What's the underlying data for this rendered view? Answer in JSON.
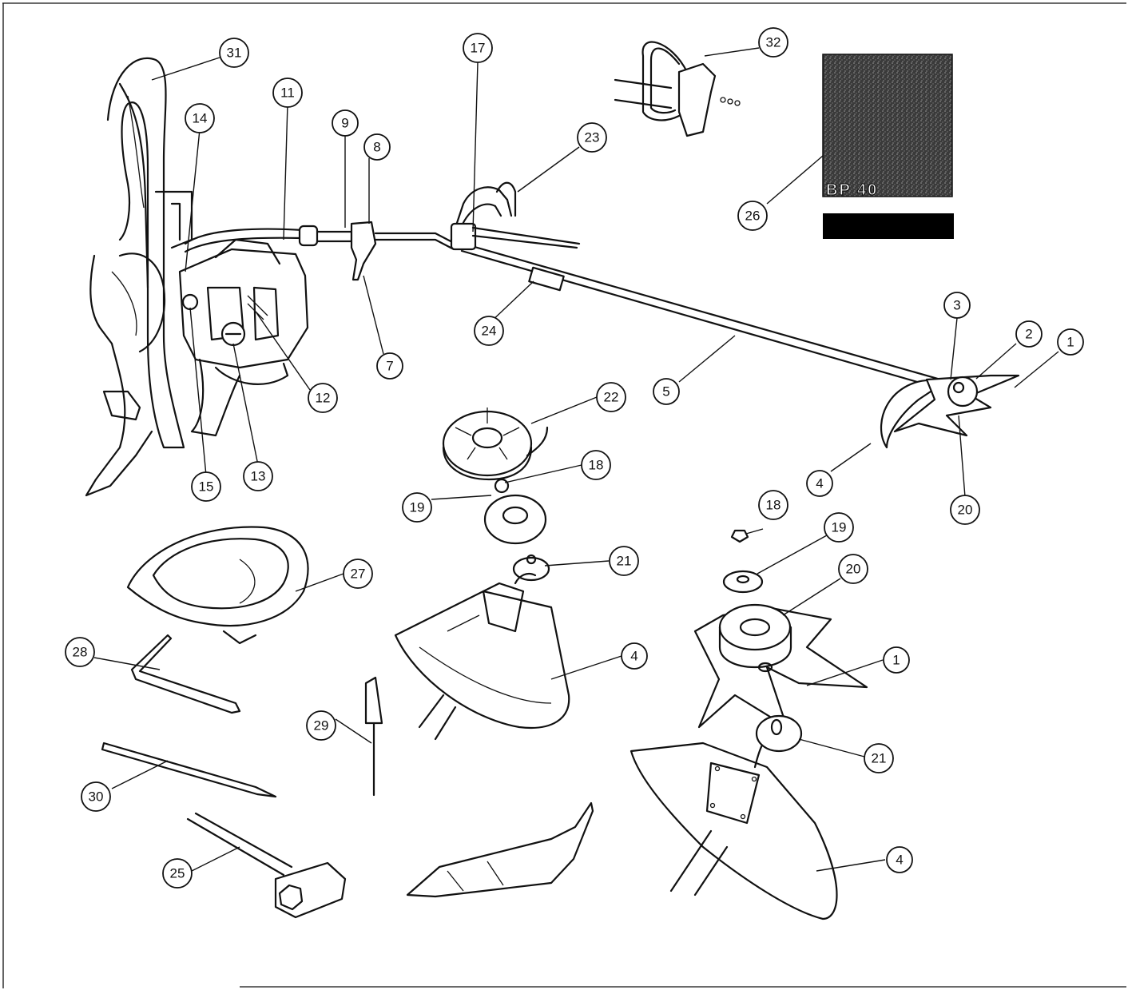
{
  "product_label": "BP 40",
  "callouts": [
    {
      "n": "31"
    },
    {
      "n": "14"
    },
    {
      "n": "11"
    },
    {
      "n": "9"
    },
    {
      "n": "8"
    },
    {
      "n": "17"
    },
    {
      "n": "23"
    },
    {
      "n": "32"
    },
    {
      "n": "26"
    },
    {
      "n": "7"
    },
    {
      "n": "24"
    },
    {
      "n": "12"
    },
    {
      "n": "15"
    },
    {
      "n": "13"
    },
    {
      "n": "22"
    },
    {
      "n": "18"
    },
    {
      "n": "19"
    },
    {
      "n": "21"
    },
    {
      "n": "5"
    },
    {
      "n": "3"
    },
    {
      "n": "2"
    },
    {
      "n": "1"
    },
    {
      "n": "4"
    },
    {
      "n": "20"
    },
    {
      "n": "27"
    },
    {
      "n": "18"
    },
    {
      "n": "19"
    },
    {
      "n": "20"
    },
    {
      "n": "28"
    },
    {
      "n": "4"
    },
    {
      "n": "1"
    },
    {
      "n": "29"
    },
    {
      "n": "21"
    },
    {
      "n": "30"
    },
    {
      "n": "25"
    },
    {
      "n": "4"
    }
  ],
  "colors": {
    "ink": "#111111",
    "paper": "#ffffff",
    "plate": "#555555",
    "bar": "#000000"
  }
}
